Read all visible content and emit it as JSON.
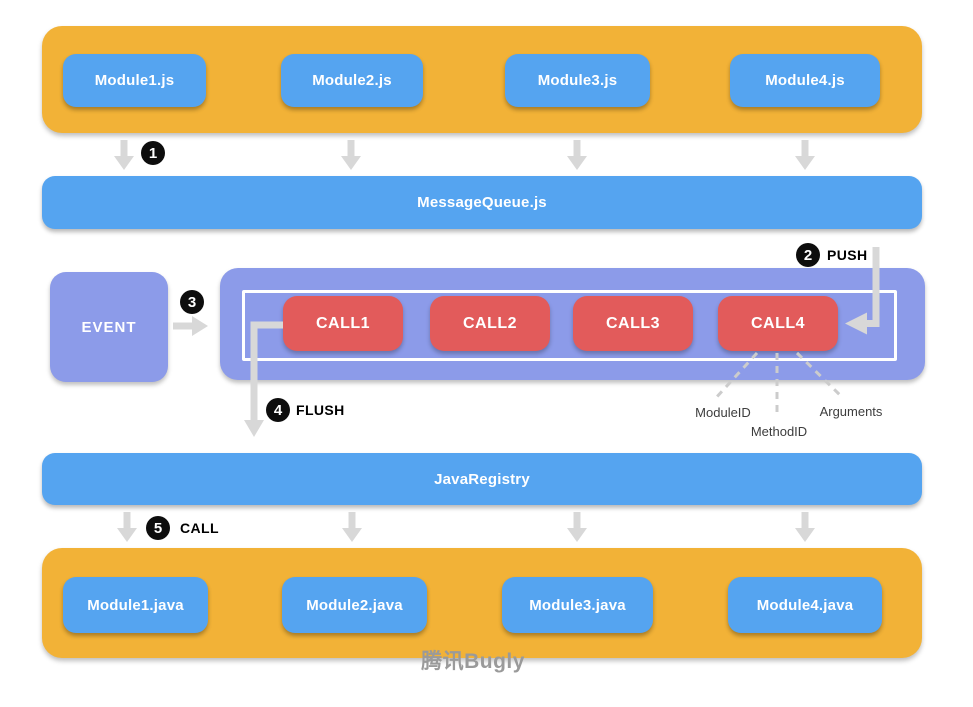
{
  "colors": {
    "yellow_container": "#F2B237",
    "blue_box": "#55A4F0",
    "purple_box": "#8C9BE9",
    "red_box": "#E25B5B",
    "arrow_gray": "#D8D8D8",
    "dashed_gray": "#CCCCCC",
    "badge_black": "#0D0D0D",
    "watermark_gray": "#9A9A9A"
  },
  "js_layer": {
    "modules": [
      {
        "label": "Module1.js"
      },
      {
        "label": "Module2.js"
      },
      {
        "label": "Module3.js"
      },
      {
        "label": "Module4.js"
      }
    ]
  },
  "message_queue": {
    "label": "MessageQueue.js"
  },
  "event_box": {
    "label": "EVENT"
  },
  "call_queue": {
    "calls": [
      {
        "label": "CALL1"
      },
      {
        "label": "CALL2"
      },
      {
        "label": "CALL3"
      },
      {
        "label": "CALL4"
      }
    ],
    "annotations": [
      {
        "label": "ModuleID"
      },
      {
        "label": "MethodID"
      },
      {
        "label": "Arguments"
      }
    ]
  },
  "java_registry": {
    "label": "JavaRegistry"
  },
  "java_layer": {
    "modules": [
      {
        "label": "Module1.java"
      },
      {
        "label": "Module2.java"
      },
      {
        "label": "Module3.java"
      },
      {
        "label": "Module4.java"
      }
    ]
  },
  "steps": [
    {
      "num": "1",
      "label": ""
    },
    {
      "num": "2",
      "label": "PUSH"
    },
    {
      "num": "3",
      "label": ""
    },
    {
      "num": "4",
      "label": "FLUSH"
    },
    {
      "num": "5",
      "label": "CALL"
    }
  ],
  "watermark": "腾讯Bugly"
}
